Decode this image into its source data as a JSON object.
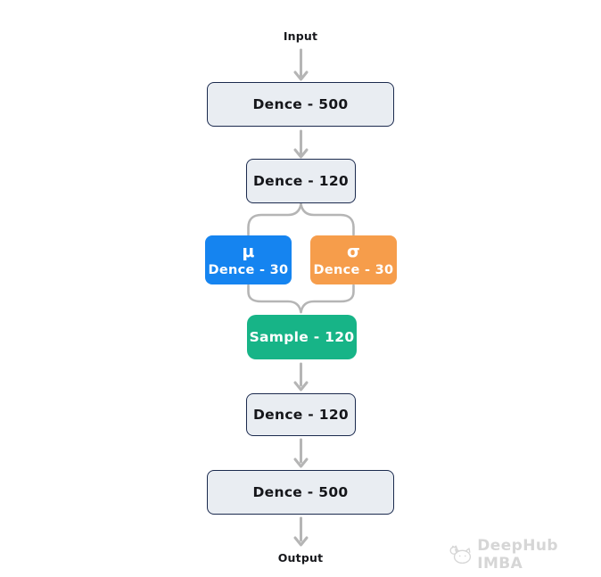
{
  "diagram": {
    "title": "variational-autoencoder-architecture",
    "input_label": "Input",
    "output_label": "Output",
    "nodes": [
      {
        "id": "dense500-encoder",
        "label": "Dence - 500",
        "type": "dense"
      },
      {
        "id": "dense120-encoder",
        "label": "Dence - 120",
        "type": "dense"
      },
      {
        "id": "mu",
        "symbol": "μ",
        "label": "Dence - 30",
        "type": "latent-mean"
      },
      {
        "id": "sigma",
        "symbol": "σ",
        "label": "Dence - 30",
        "type": "latent-stddev"
      },
      {
        "id": "sample",
        "label": "Sample - 120",
        "type": "sampling"
      },
      {
        "id": "dense120-decoder",
        "label": "Dence - 120",
        "type": "dense"
      },
      {
        "id": "dense500-decoder",
        "label": "Dence - 500",
        "type": "dense"
      }
    ],
    "edges": [
      {
        "from": "input",
        "to": "dense500-encoder",
        "style": "arrow"
      },
      {
        "from": "dense500-encoder",
        "to": "dense120-encoder",
        "style": "arrow"
      },
      {
        "from": "dense120-encoder",
        "to": "mu",
        "style": "curve-split"
      },
      {
        "from": "dense120-encoder",
        "to": "sigma",
        "style": "curve-split"
      },
      {
        "from": "mu",
        "to": "sample",
        "style": "curve-merge"
      },
      {
        "from": "sigma",
        "to": "sample",
        "style": "curve-merge"
      },
      {
        "from": "sample",
        "to": "dense120-decoder",
        "style": "arrow"
      },
      {
        "from": "dense120-decoder",
        "to": "dense500-decoder",
        "style": "arrow"
      },
      {
        "from": "dense500-decoder",
        "to": "output",
        "style": "arrow"
      }
    ],
    "colors": {
      "dense_fill": "#e9edf2",
      "dense_border": "#1b2a4e",
      "mu_fill": "#1584f0",
      "sigma_fill": "#f69d4b",
      "sample_fill": "#17b487",
      "arrow": "#b5b5b5",
      "text_dark": "#17181c",
      "watermark": "#d6d6d6"
    },
    "watermark": {
      "text": "DeepHub IMBA"
    }
  }
}
